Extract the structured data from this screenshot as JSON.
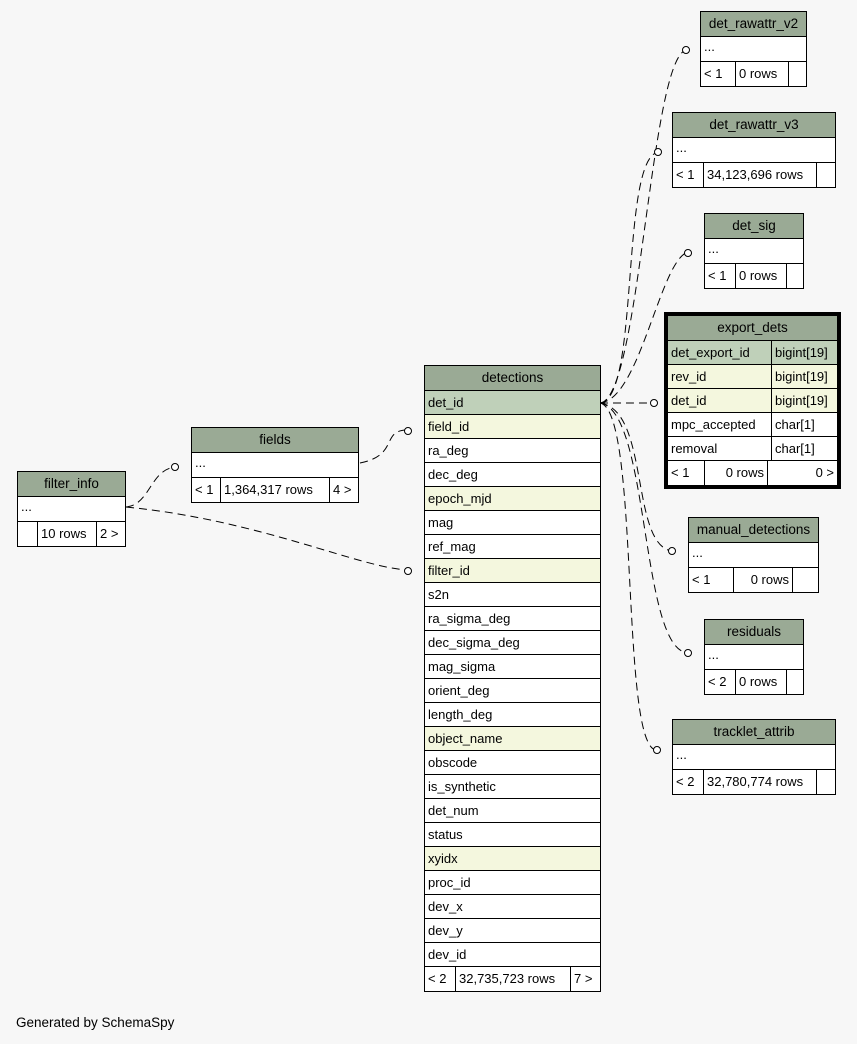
{
  "credit": "Generated by SchemaSpy",
  "tables": {
    "det_rawattr_v2": {
      "title": "det_rawattr_v2",
      "ellipsis": "...",
      "footer": [
        "< 1",
        "0 rows",
        ""
      ]
    },
    "det_rawattr_v3": {
      "title": "det_rawattr_v3",
      "ellipsis": "...",
      "footer": [
        "< 1",
        "34,123,696 rows",
        ""
      ]
    },
    "det_sig": {
      "title": "det_sig",
      "ellipsis": "...",
      "footer": [
        "< 1",
        "0 rows",
        ""
      ]
    },
    "export_dets": {
      "title": "export_dets",
      "columns": [
        {
          "name": "det_export_id",
          "type": "bigint[19]"
        },
        {
          "name": "rev_id",
          "type": "bigint[19]"
        },
        {
          "name": "det_id",
          "type": "bigint[19]"
        },
        {
          "name": "mpc_accepted",
          "type": "char[1]"
        },
        {
          "name": "removal",
          "type": "char[1]"
        }
      ],
      "footer": [
        "< 1",
        "0 rows",
        "0 >"
      ]
    },
    "manual_detections": {
      "title": "manual_detections",
      "ellipsis": "...",
      "footer": [
        "< 1",
        "0 rows",
        ""
      ]
    },
    "residuals": {
      "title": "residuals",
      "ellipsis": "...",
      "footer": [
        "< 2",
        "0 rows",
        ""
      ]
    },
    "tracklet_attrib": {
      "title": "tracklet_attrib",
      "ellipsis": "...",
      "footer": [
        "< 2",
        "32,780,774 rows",
        ""
      ]
    },
    "fields": {
      "title": "fields",
      "ellipsis": "...",
      "footer": [
        "< 1",
        "1,364,317 rows",
        "4 >"
      ]
    },
    "filter_info": {
      "title": "filter_info",
      "ellipsis": "...",
      "footer": [
        "",
        "10 rows",
        "2 >"
      ]
    },
    "detections": {
      "title": "detections",
      "columns": [
        "det_id",
        "field_id",
        "ra_deg",
        "dec_deg",
        "epoch_mjd",
        "mag",
        "ref_mag",
        "filter_id",
        "s2n",
        "ra_sigma_deg",
        "dec_sigma_deg",
        "mag_sigma",
        "orient_deg",
        "length_deg",
        "object_name",
        "obscode",
        "is_synthetic",
        "det_num",
        "status",
        "xyidx",
        "proc_id",
        "dev_x",
        "dev_y",
        "dev_id"
      ],
      "footer": [
        "< 2",
        "32,735,723 rows",
        "7 >"
      ]
    }
  }
}
